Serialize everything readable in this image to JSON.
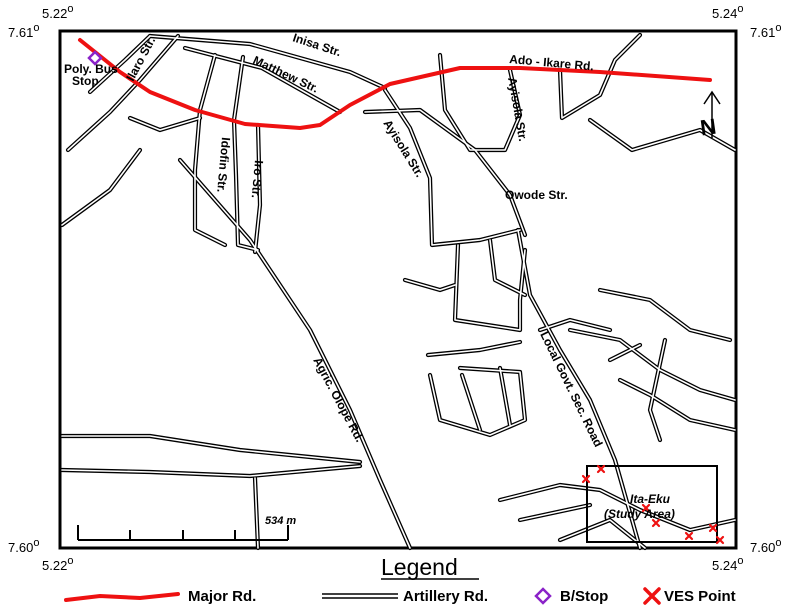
{
  "coords": {
    "top_left_lon": "5.22",
    "top_right_lon": "5.24",
    "bottom_left_lon": "5.22",
    "bottom_right_lon": "5.24",
    "left_top_lat": "7.61",
    "right_top_lat": "7.61",
    "left_bottom_lat": "7.60",
    "right_bottom_lat": "7.60",
    "degree_mark": "o"
  },
  "streets": {
    "inisa": "Inisa Str.",
    "ilaro": "Ilaro Str.",
    "matthew": "Matthew Str.",
    "ado_ikare": "Ado - Ikare Rd.",
    "ayisola_top": "Ayisola Str.",
    "ayisola_mid": "Ayisola Str.",
    "idofin": "Idofin Str.",
    "iro": "Iro Str.",
    "owode": "Owode Str.",
    "agric": "Agric. Olope Rd.",
    "local_govt": "Local Govt. Sec. Road"
  },
  "bus_stop_label_1": "Poly. Bus",
  "bus_stop_label_2": "Stop",
  "study_area_1": "Ita-Eku",
  "study_area_2": "(Study Area)",
  "scale_label": "534 m",
  "north_label": "N",
  "legend": {
    "title": "Legend",
    "major": "Major Rd.",
    "artillery": "Artillery Rd.",
    "bstop": "B/Stop",
    "ves": "VES Point"
  },
  "colors": {
    "major_road": "#ee1111",
    "bus_stop": "#8a22c8",
    "ves_point": "#ee1111",
    "road_outline": "#000000"
  }
}
